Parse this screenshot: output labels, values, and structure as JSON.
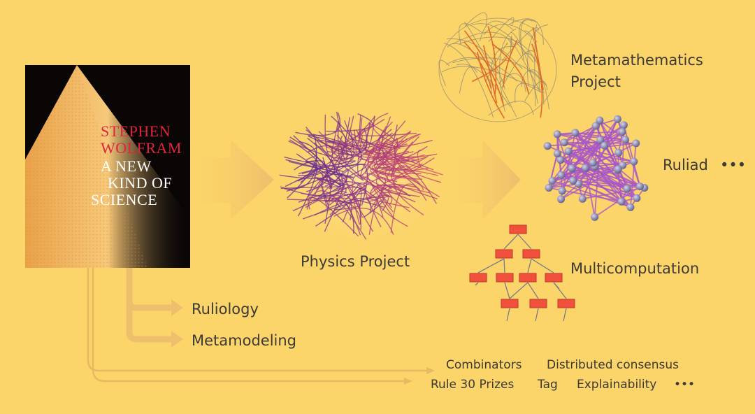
{
  "book": {
    "author_line1": "STEPHEN",
    "author_line2": "WOLFRAM",
    "title_line1": "A NEW",
    "title_line2": "KIND OF",
    "title_line3": "SCIENCE"
  },
  "nodes": {
    "physics": "Physics Project",
    "metamath_line1": "Metamathematics",
    "metamath_line2": "Project",
    "ruliad": "Ruliad",
    "ruliad_more": "•••",
    "multicomputation": "Multicomputation",
    "ruliology": "Ruliology",
    "metamodeling": "Metamodeling"
  },
  "other_projects": {
    "row1": [
      "Combinators",
      "Distributed consensus"
    ],
    "row2": [
      "Rule 30 Prizes",
      "Tag",
      "Explainability"
    ],
    "more": "•••"
  },
  "colors": {
    "background": "#fbd46a",
    "arrow": "#eec06d",
    "author_red": "#e0243c",
    "network_purple": "#9b3a8f",
    "node_red": "#e8443a"
  }
}
